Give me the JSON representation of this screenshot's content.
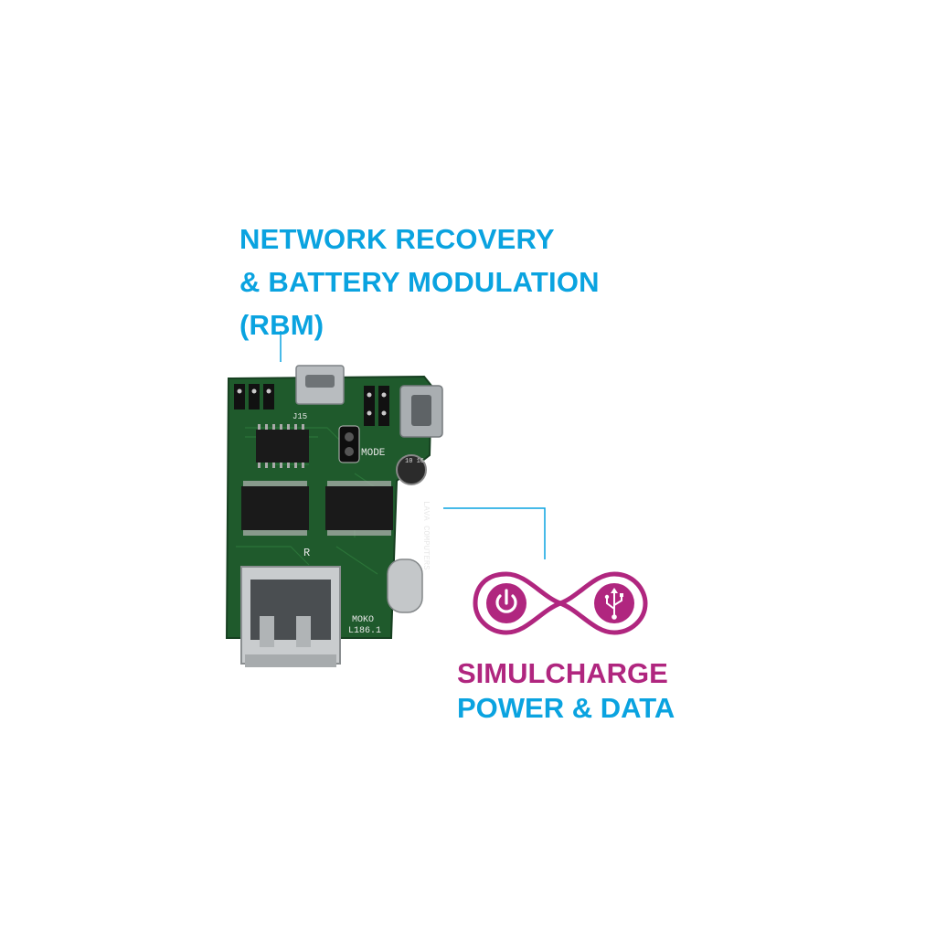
{
  "headline": {
    "lines": [
      "NETWORK RECOVERY",
      "& BATTERY MODULATION",
      "(RBM)"
    ],
    "color": "#0aa3e0"
  },
  "board": {
    "silkscreen": {
      "j15": "J15",
      "mode": "MODE",
      "r": "R",
      "brand": "LAVA COMPUTERS",
      "model": "MOKO",
      "version": "L186.1",
      "cap": "10 16"
    },
    "pcb_color": "#1f5a2c"
  },
  "logo": {
    "left_icon": "power-icon",
    "right_icon": "usb-icon",
    "color": "#b0267f"
  },
  "caption": {
    "line1": "SIMULCHARGE",
    "line2": "POWER & DATA",
    "line1_color": "#b0267f",
    "line2_color": "#0aa3e0"
  }
}
